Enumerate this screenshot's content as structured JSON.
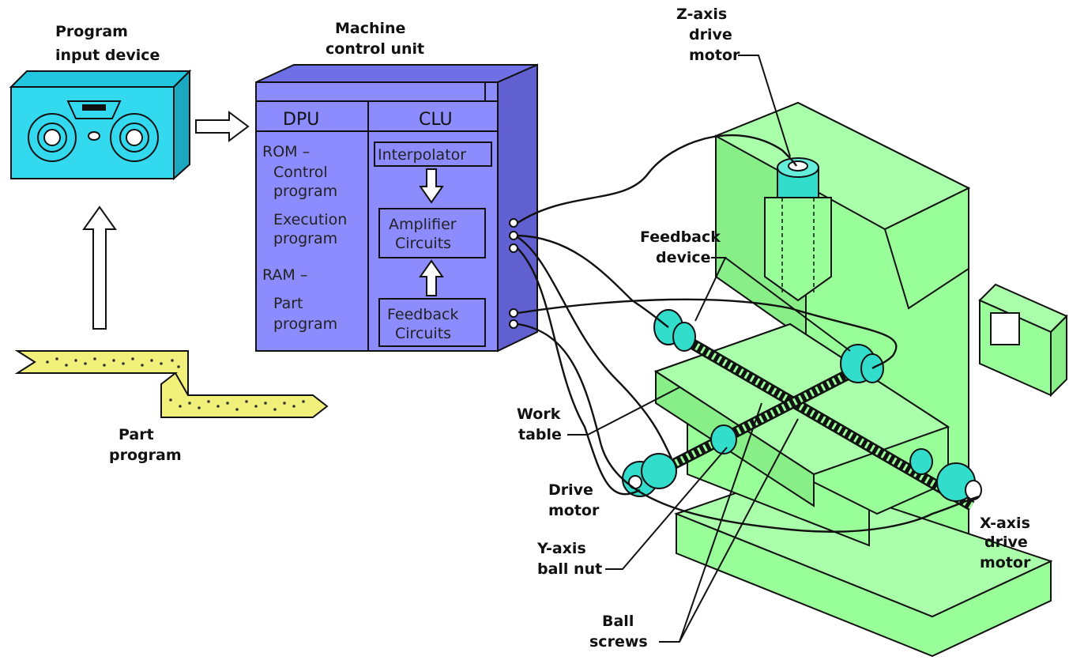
{
  "input_device": {
    "title_line1": "Program",
    "title_line2": "input device"
  },
  "tape": {
    "label_line1": "Part",
    "label_line2": "program"
  },
  "mcu": {
    "title_line1": "Machine",
    "title_line2": "control unit",
    "dpu_header": "DPU",
    "clu_header": "CLU",
    "rom": "ROM –",
    "control1": "Control",
    "control2": "program",
    "exec1": "Execution",
    "exec2": "program",
    "ram": "RAM –",
    "part1": "Part",
    "part2": "program",
    "interpolator": "Interpolator",
    "amp1": "Amplifier",
    "amp2": "Circuits",
    "fb1": "Feedback",
    "fb2": "Circuits"
  },
  "machine_labels": {
    "z1": "Z-axis",
    "z2": "drive",
    "z3": "motor",
    "fd1": "Feedback",
    "fd2": "device",
    "wt1": "Work",
    "wt2": "table",
    "dm1": "Drive",
    "dm2": "motor",
    "yb1": "Y-axis",
    "yb2": "ball nut",
    "bs1": "Ball",
    "bs2": "screws",
    "x1": "X-axis",
    "x2": "drive",
    "x3": "motor"
  },
  "colors": {
    "device": "#33d9ee",
    "mcu": "#8c8cff",
    "machine": "#99ff99",
    "motor": "#33ddcc",
    "tape": "#f0f07a"
  }
}
